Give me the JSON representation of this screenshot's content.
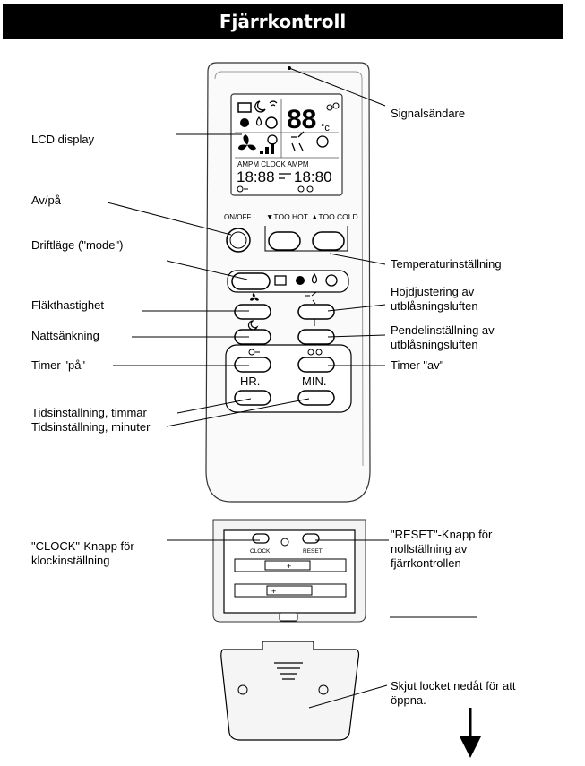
{
  "title": "Fjärrkontroll",
  "labels": {
    "signal": "Signalsändare",
    "lcd": "LCD display",
    "onoff": "Av/på",
    "mode": "Driftläge (\"mode\")",
    "temp": "Temperaturinställning",
    "fan": "Fläkthastighet",
    "vert_l1": "Höjdjustering av",
    "vert_l2": "utblåsningsluften",
    "night": "Nattsänkning",
    "swing_l1": "Pendelinställning av",
    "swing_l2": "utblåsningsluften",
    "timer_on": "Timer \"på\"",
    "timer_off": "Timer \"av\"",
    "hr": "Tidsinställning, timmar",
    "min": "Tidsinställning, minuter",
    "clock_l1": "\"CLOCK\"-Knapp för",
    "clock_l2": "klockinställning",
    "reset_l1": "\"RESET\"-Knapp för",
    "reset_l2": "nollställning av",
    "reset_l3": "fjärrkontrollen",
    "slide_l1": "Skjut locket nedåt för att",
    "slide_l2": "öppna."
  },
  "remote": {
    "lcd_temp": "88",
    "lcd_unit": "°c",
    "lcd_ampm": "AMPM  CLOCK  AMPM",
    "lcd_time_left": "18:88",
    "lcd_time_right": "18:80",
    "on_off": "ON/OFF",
    "too_hot": "▼TOO HOT",
    "too_cold": "▲TOO COLD",
    "hr": "HR.",
    "min": "MIN.",
    "clock": "CLOCK",
    "reset": "RESET"
  },
  "icons": [
    "fan-icon",
    "sun-icon",
    "drop-icon",
    "snowflake-icon",
    "cycle-icon",
    "moon-icon",
    "louver-icon",
    "swing-icon",
    "timer-on-icon",
    "timer-off-icon",
    "battery-icon",
    "arrow-down-icon"
  ]
}
